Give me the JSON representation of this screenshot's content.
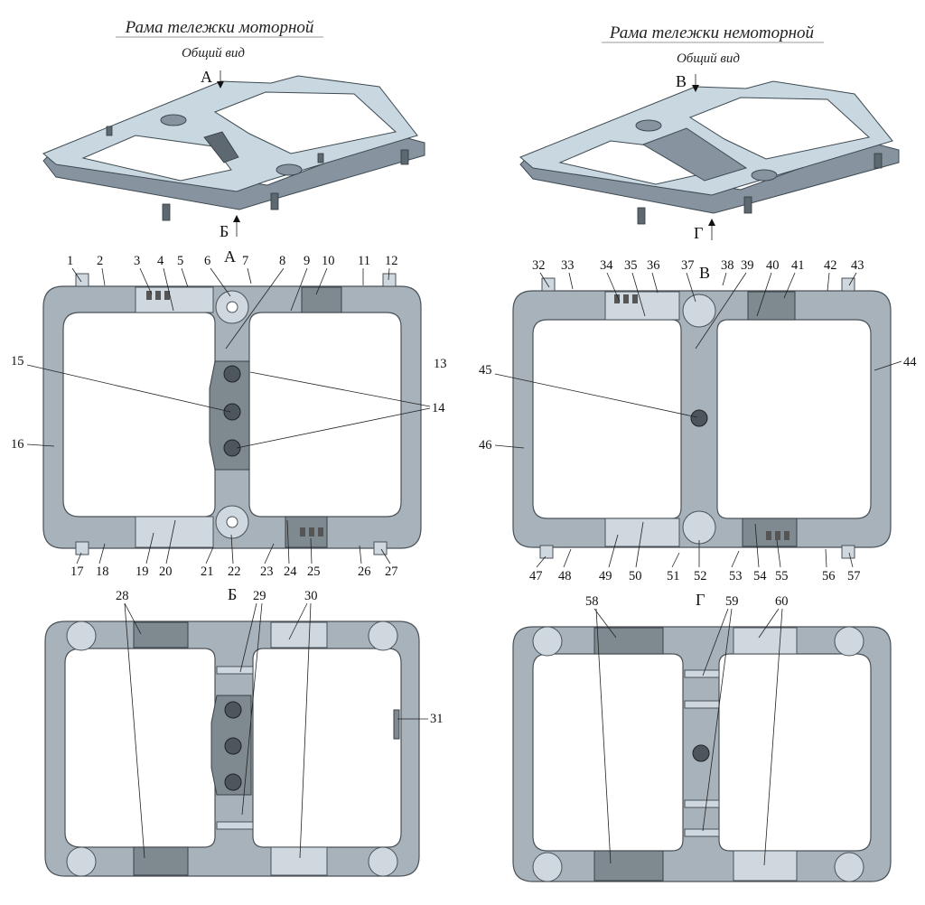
{
  "titles": {
    "left": "Рама тележки моторной",
    "right": "Рама тележки немоторной",
    "general_view": "Общий вид"
  },
  "views": {
    "A": "А",
    "B": "Б",
    "V": "В",
    "G": "Г"
  },
  "labels": [
    "1",
    "2",
    "3",
    "4",
    "5",
    "6",
    "7",
    "8",
    "9",
    "10",
    "11",
    "12",
    "13",
    "14",
    "15",
    "16",
    "17",
    "18",
    "19",
    "20",
    "21",
    "22",
    "23",
    "24",
    "25",
    "26",
    "27",
    "28",
    "29",
    "30",
    "31",
    "32",
    "33",
    "34",
    "35",
    "36",
    "37",
    "38",
    "39",
    "40",
    "41",
    "42",
    "43",
    "44",
    "45",
    "46",
    "47",
    "48",
    "49",
    "50",
    "51",
    "52",
    "53",
    "54",
    "55",
    "56",
    "57",
    "58",
    "59",
    "60"
  ]
}
